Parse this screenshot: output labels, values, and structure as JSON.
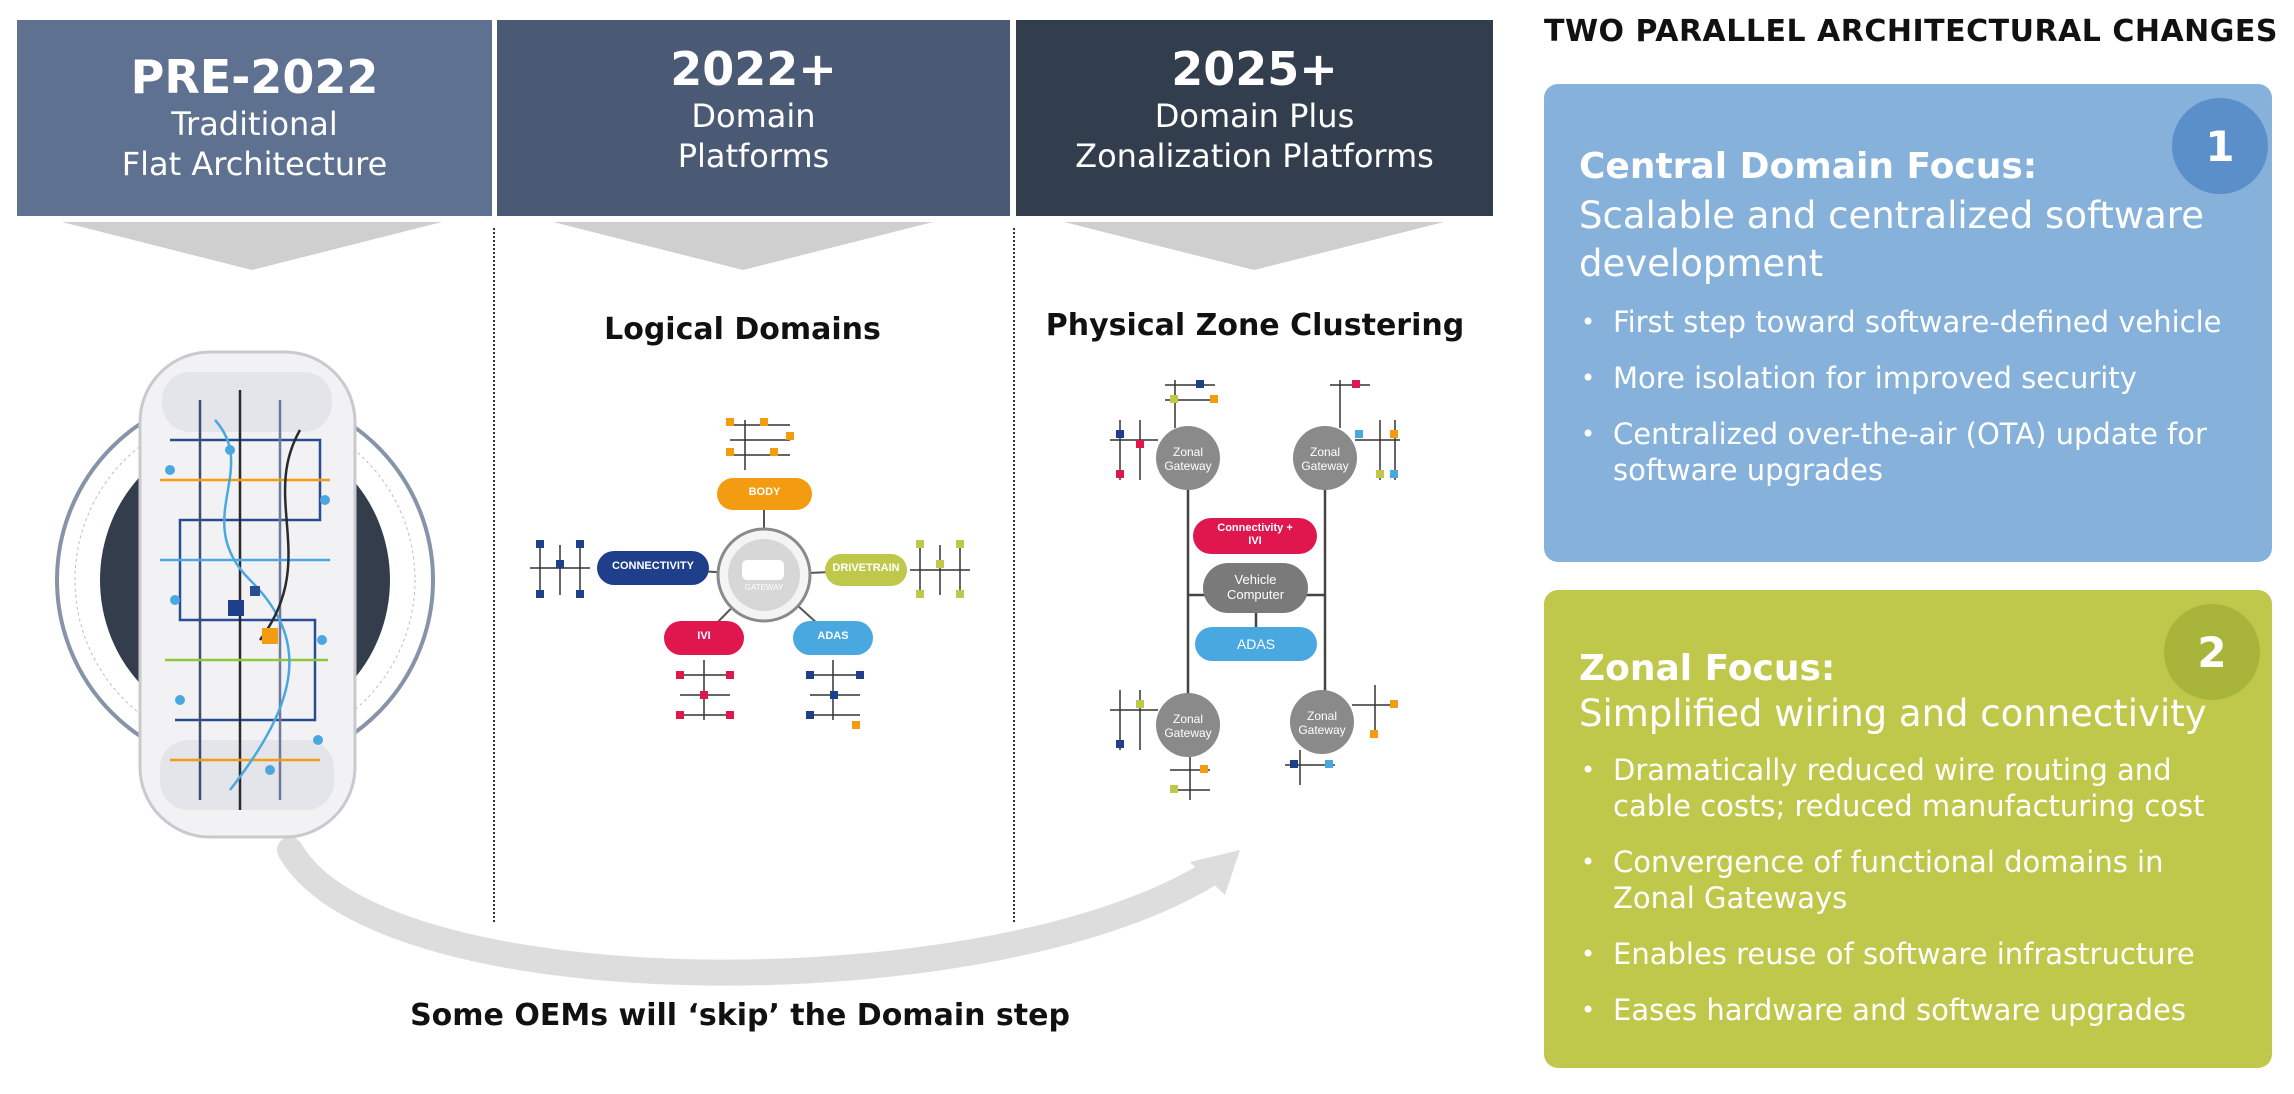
{
  "columns": [
    {
      "year": "PRE-2022",
      "line1": "Traditional",
      "line2": "Flat Architecture"
    },
    {
      "year": "2022+",
      "line1": "Domain",
      "line2": "Platforms"
    },
    {
      "year": "2025+",
      "line1": "Domain Plus",
      "line2": "Zonalization Platforms"
    }
  ],
  "logical": {
    "title": "Logical Domains",
    "center": "GATEWAY",
    "body": "BODY",
    "connectivity": "CONNECTIVITY",
    "drivetrain": "DRIVETRAIN",
    "ivi": "IVI",
    "adas": "ADAS"
  },
  "physical": {
    "title": "Physical Zone Clustering",
    "zone_line1": "Zonal",
    "zone_line2": "Gateway",
    "conn_line1": "Connectivity +",
    "conn_line2": "IVI",
    "vc_line1": "Vehicle",
    "vc_line2": "Computer",
    "adas": "ADAS"
  },
  "bottom_note": "Some OEMs will ‘skip’ the Domain step",
  "right": {
    "title": "TWO PARALLEL ARCHITECTURAL CHANGES",
    "box1": {
      "number": "1",
      "heading": "Central Domain Focus:",
      "tagline": "Scalable and centralized software development",
      "bullets": [
        "First step toward software-defined vehicle",
        "More isolation for improved security",
        "Centralized over-the-air (OTA) update for software upgrades"
      ]
    },
    "box2": {
      "number": "2",
      "heading": "Zonal Focus:",
      "tagline": "Simplified wiring and connectivity",
      "bullets": [
        "Dramatically reduced wire routing and cable costs; reduced manufacturing cost",
        "Convergence of functional domains in Zonal Gateways",
        "Enables reuse of software infrastructure",
        "Eases hardware and software upgrades"
      ]
    }
  },
  "colors": {
    "body": "#f39c12",
    "connectivity": "#1f3f8a",
    "drivetrain": "#bfc84b",
    "ivi": "#e0174f",
    "adas": "#4aa8e0",
    "gray": "#8a8a8a",
    "box1": "#86b1db",
    "box2": "#bfc84b"
  }
}
